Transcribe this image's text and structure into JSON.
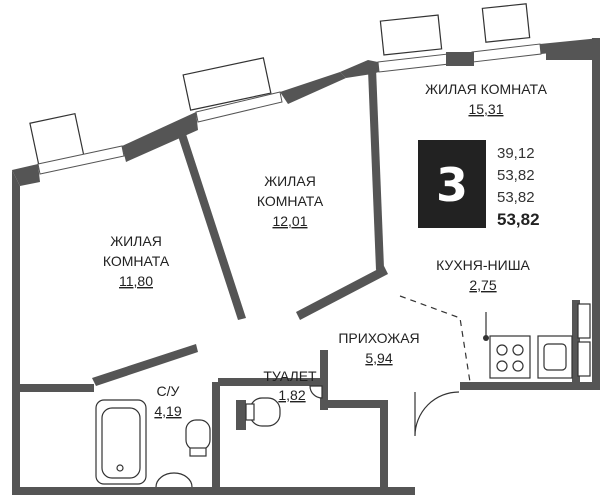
{
  "rooms": {
    "living_1": {
      "name_line1": "ЖИЛАЯ",
      "name_line2": "КОМНАТА",
      "area": "11,80"
    },
    "living_2": {
      "name_line1": "ЖИЛАЯ",
      "name_line2": "КОМНАТА",
      "area": "12,01"
    },
    "living_3": {
      "name": "ЖИЛАЯ КОМНАТА",
      "area": "15,31"
    },
    "kitchen": {
      "name": "КУХНЯ-НИША",
      "area": "2,75"
    },
    "hall": {
      "name": "ПРИХОЖАЯ",
      "area": "5,94"
    },
    "toilet": {
      "name": "ТУАЛЕТ",
      "area": "1,82"
    },
    "bathroom": {
      "name": "С/У",
      "area": "4,19"
    }
  },
  "summary": {
    "rooms_count": "3",
    "living_area": "39,12",
    "total_area_1": "53,82",
    "total_area_2": "53,82",
    "total_area_final": "53,82"
  },
  "colors": {
    "wall": "#555555",
    "badge": "#222222",
    "text": "#222222"
  }
}
